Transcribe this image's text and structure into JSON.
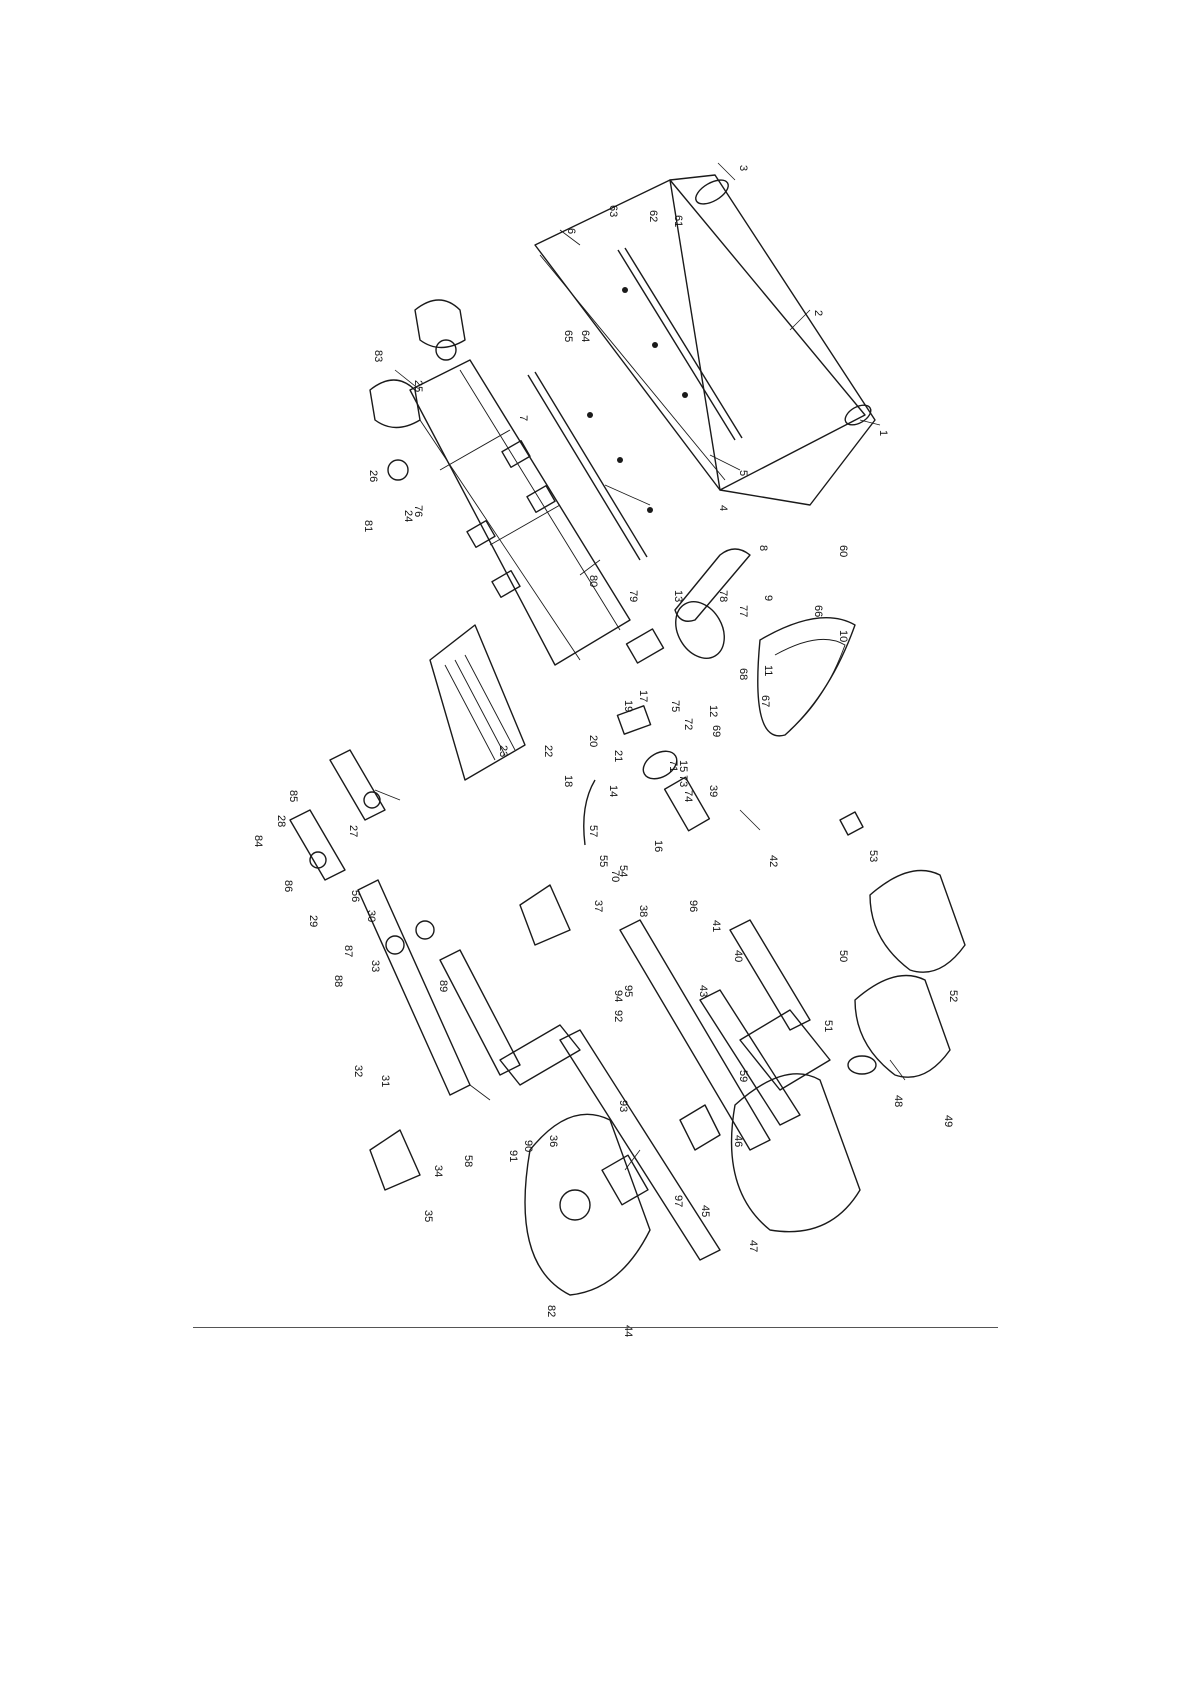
{
  "diagram": {
    "callouts": [
      "1",
      "2",
      "3",
      "4",
      "5",
      "6",
      "7",
      "8",
      "9",
      "10",
      "11",
      "12",
      "13",
      "14",
      "15",
      "16",
      "17",
      "18",
      "19",
      "20",
      "21",
      "22",
      "23",
      "24",
      "25",
      "26",
      "27",
      "28",
      "29",
      "30",
      "31",
      "32",
      "33",
      "34",
      "35",
      "36",
      "37",
      "38",
      "39",
      "40",
      "41",
      "42",
      "43",
      "44",
      "45",
      "46",
      "47",
      "48",
      "49",
      "50",
      "51",
      "52",
      "53",
      "54",
      "55",
      "56",
      "57",
      "58",
      "59",
      "60",
      "61",
      "62",
      "63",
      "64",
      "65",
      "66",
      "67",
      "68",
      "69",
      "70",
      "71",
      "72",
      "73",
      "74",
      "75",
      "76",
      "77",
      "78",
      "79",
      "80",
      "81",
      "82",
      "83",
      "84",
      "85",
      "86",
      "87",
      "88",
      "89",
      "90",
      "91",
      "92",
      "93",
      "94",
      "95",
      "96",
      "97"
    ]
  }
}
